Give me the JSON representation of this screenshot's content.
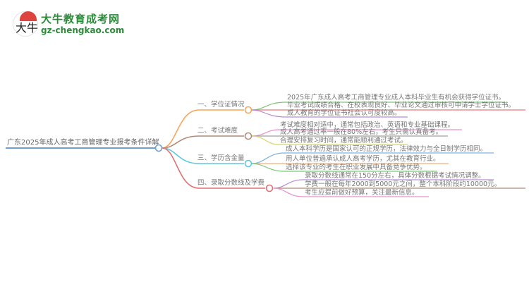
{
  "logo": {
    "title": "大牛教育成考网",
    "url": "gz-chengkao.com",
    "mark_char": "大牛"
  },
  "root": {
    "label": "广东2025年成人高考工商管理专业报考条件详解",
    "color": "#6fa0d0"
  },
  "branches": [
    {
      "label": "一、学位证情况",
      "color": "#f5a55a",
      "children": [
        {
          "label": "2025年广东成人高考工商管理专业成人本科毕业生有机会获得学位证书。",
          "color": "#7cc576"
        },
        {
          "label": "毕业考试成绩合格、在校表现良好、毕业论文通过审核可申请学士学位证书。",
          "color": "#e87b7b"
        },
        {
          "label": "成人教育的学位证书社会认可度较高。",
          "color": "#b88ad8"
        }
      ]
    },
    {
      "label": "二、考试难度",
      "color": "#b08a7a",
      "children": [
        {
          "label": "考试难度相对适中，通常包括政治、英语和专业基础课程。",
          "color": "#e98fd0"
        },
        {
          "label": "成人高考通过率一般在80%左右，考生只需认真备考。",
          "color": "#a0a0a0"
        },
        {
          "label": "合理安排复习时间，通常能顺利通过考试。",
          "color": "#d6d46a"
        }
      ]
    },
    {
      "label": "三、学历含金量",
      "color": "#5bc8e0",
      "children": [
        {
          "label": "成人本科学历是国家认可的正规学历，法律效力与全日制学历相同。",
          "color": "#7fb3e0"
        },
        {
          "label": "用人单位普遍承认成人高考学历，尤其在教育行业。",
          "color": "#f5b070"
        },
        {
          "label": "选择该专业的考生在职业发展中具备竞争优势。",
          "color": "#7cc576"
        }
      ]
    },
    {
      "label": "四、录取分数线及学费",
      "color": "#e07070",
      "children": [
        {
          "label": "录取分数线通常在150分左右，具体分数根据考试情况调整。",
          "color": "#b88ad8"
        },
        {
          "label": "学费一般在每年2000到5000元之间，整个本科阶段约10000元。",
          "color": "#b08a7a"
        },
        {
          "label": "考生应提前做好预算，关注最新信息。",
          "color": "#e98fd0"
        }
      ]
    }
  ]
}
